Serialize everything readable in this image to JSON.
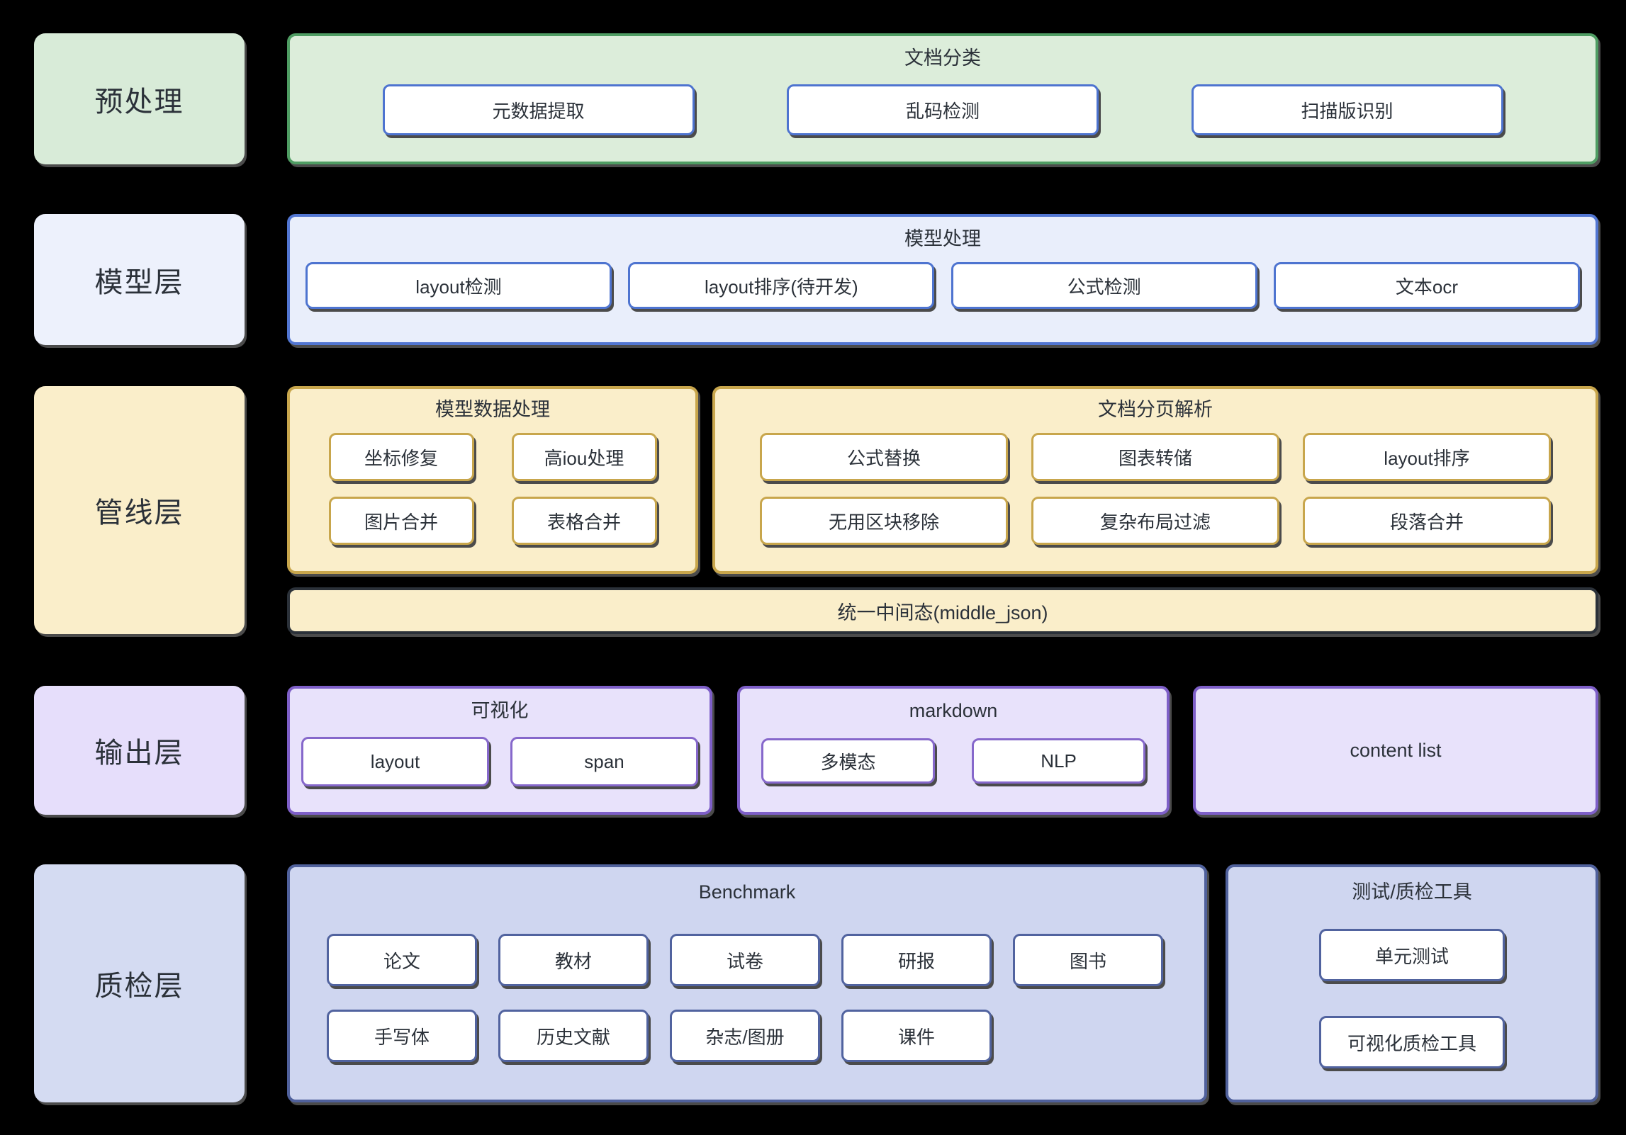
{
  "diagram": {
    "layers": [
      {
        "label": "预处理",
        "groups": [
          {
            "title": "文档分类",
            "items": [
              "元数据提取",
              "乱码检测",
              "扫描版识别"
            ]
          }
        ]
      },
      {
        "label": "模型层",
        "groups": [
          {
            "title": "模型处理",
            "items": [
              "layout检测",
              "layout排序(待开发)",
              "公式检测",
              "文本ocr"
            ]
          }
        ]
      },
      {
        "label": "管线层",
        "groups": [
          {
            "title": "模型数据处理",
            "items": [
              "坐标修复",
              "高iou处理",
              "图片合并",
              "表格合并"
            ]
          },
          {
            "title": "文档分页解析",
            "items": [
              "公式替换",
              "图表转储",
              "layout排序",
              "无用区块移除",
              "复杂布局过滤",
              "段落合并"
            ]
          }
        ],
        "bar": "统一中间态(middle_json)"
      },
      {
        "label": "输出层",
        "groups": [
          {
            "title": "可视化",
            "items": [
              "layout",
              "span"
            ]
          },
          {
            "title": "markdown",
            "items": [
              "多模态",
              "NLP"
            ]
          },
          {
            "title": "content list",
            "items": []
          }
        ]
      },
      {
        "label": "质检层",
        "groups": [
          {
            "title": "Benchmark",
            "items": [
              "论文",
              "教材",
              "试卷",
              "研报",
              "图书",
              "手写体",
              "历史文献",
              "杂志/图册",
              "课件"
            ]
          },
          {
            "title": "测试/质检工具",
            "items": [
              "单元测试",
              "可视化质检工具"
            ]
          }
        ]
      }
    ],
    "colors": {
      "background": "#000000",
      "text": "#2b3139",
      "green_border": "#4f9d63",
      "green_fill": "#dcedda",
      "blue_border": "#5276d2",
      "blue_fill": "#e9eefb",
      "gold_border": "#c8a64c",
      "gold_fill": "#faeeca",
      "purple_border": "#7e5fc8",
      "purple_fill": "#e8e2fb",
      "indigo_border": "#50619c",
      "indigo_fill": "#cfd6f0",
      "node_fill": "#ffffff",
      "shadow": "#4b4b4b"
    }
  }
}
